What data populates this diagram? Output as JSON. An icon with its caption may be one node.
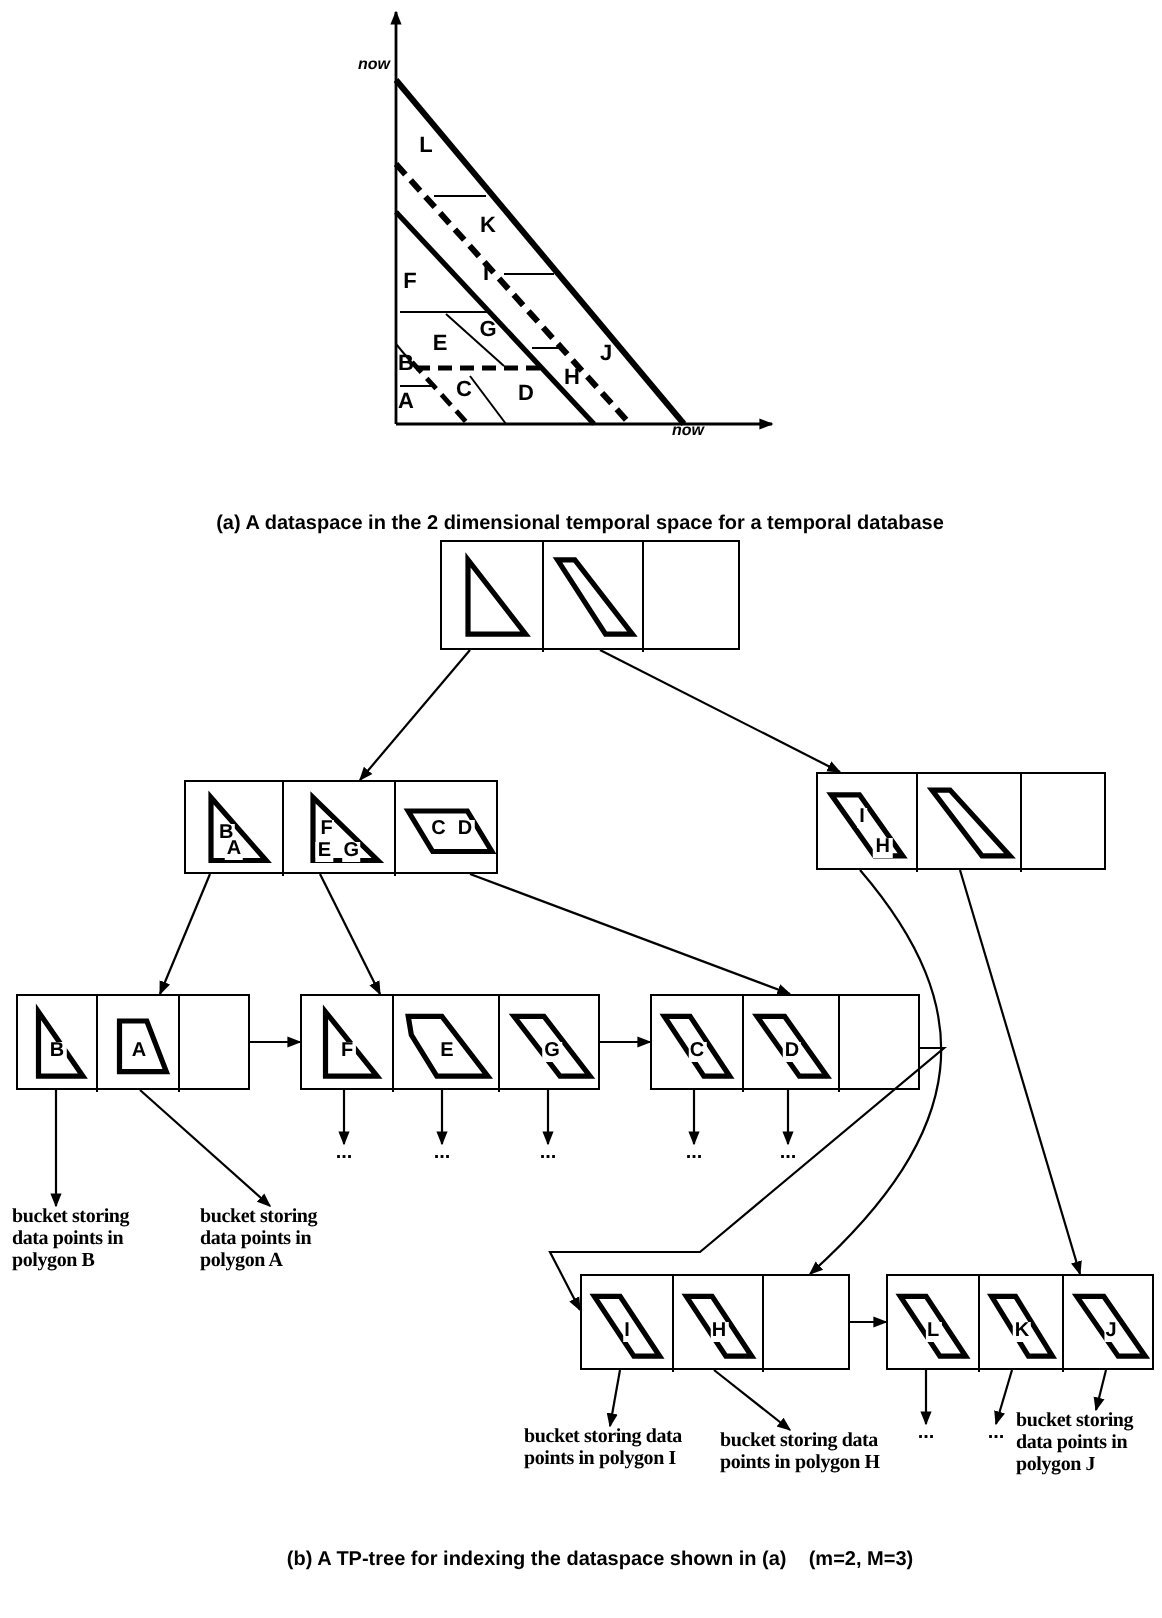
{
  "diagram": {
    "caption": "(b) A TP-tree for indexing the dataspace shown in (a)    (m=2, M=3)",
    "nodes": [
      {
        "text": [],
        "shape": "box"
      },
      {
        "text": [],
        "shape": "triangle",
        "in": 0
      },
      {
        "text": [],
        "shape": "parallelogram",
        "in": 0
      },
      {
        "text": [],
        "shape": "box",
        "in": 0
      },
      {
        "text": [],
        "shape": "box"
      },
      {
        "text": [
          "B",
          "A"
        ],
        "in": 4
      },
      {
        "text": [
          "F",
          "E",
          "G"
        ],
        "in": 4
      },
      {
        "text": [
          "C",
          "D"
        ],
        "in": 4
      },
      {
        "text": [],
        "shape": "box"
      },
      {
        "text": [
          "I",
          "H"
        ],
        "in": 8
      },
      {
        "text": [],
        "shape": "parallelogram",
        "in": 8
      },
      {
        "text": [],
        "shape": "box",
        "in": 8
      },
      {
        "text": [],
        "shape": "box"
      },
      {
        "text": [
          "B"
        ],
        "in": 12
      },
      {
        "text": [
          "A"
        ],
        "in": 12
      },
      {
        "text": [],
        "shape": "box",
        "in": 12
      },
      {
        "text": [],
        "shape": "box"
      },
      {
        "text": [
          "F"
        ],
        "in": 16
      },
      {
        "text": [
          "E"
        ],
        "in": 16
      },
      {
        "text": [
          "G"
        ],
        "in": 16
      },
      {
        "text": [],
        "shape": "box"
      },
      {
        "text": [
          "C"
        ],
        "in": 20
      },
      {
        "text": [
          "D"
        ],
        "in": 20
      },
      {
        "text": [],
        "shape": "box",
        "in": 20
      },
      {
        "text": [],
        "shape": "box"
      },
      {
        "text": [
          "I"
        ],
        "in": 24
      },
      {
        "text": [
          "H"
        ],
        "in": 24
      },
      {
        "text": [],
        "shape": "box",
        "in": 24
      },
      {
        "text": [],
        "shape": "box"
      },
      {
        "text": [
          "L"
        ],
        "in": 28
      },
      {
        "text": [
          "K"
        ],
        "in": 28
      },
      {
        "text": [
          "J"
        ],
        "in": 28
      },
      {
        "text": [
          "bucket storing data points in polygon B"
        ]
      },
      {
        "text": [
          "bucket storing data points in polygon A"
        ]
      },
      {
        "text": [
          "..."
        ]
      },
      {
        "text": [
          "..."
        ]
      },
      {
        "text": [
          "..."
        ]
      },
      {
        "text": [
          "..."
        ]
      },
      {
        "text": [
          "..."
        ]
      },
      {
        "text": [
          "bucket storing data points in polygon I"
        ]
      },
      {
        "text": [
          "bucket storing data points in polygon H"
        ]
      },
      {
        "text": [
          "..."
        ]
      },
      {
        "text": [
          "..."
        ]
      },
      {
        "text": [
          "bucket storing data points in polygon J"
        ]
      }
    ],
    "edges": [
      {
        "from": 1,
        "to": 4,
        "arrow": "to"
      },
      {
        "from": 2,
        "to": 8,
        "arrow": "to"
      },
      {
        "from": 5,
        "to": 12,
        "arrow": "to"
      },
      {
        "from": 6,
        "to": 16,
        "arrow": "to"
      },
      {
        "from": 7,
        "to": 20,
        "arrow": "to"
      },
      {
        "from": 9,
        "to": 24,
        "arrow": "to"
      },
      {
        "from": 10,
        "to": 28,
        "arrow": "to"
      },
      {
        "from": 15,
        "to": 16,
        "arrow": "to"
      },
      {
        "from": 19,
        "to": 20,
        "arrow": "to"
      },
      {
        "from": 23,
        "to": 24,
        "arrow": "to"
      },
      {
        "from": 27,
        "to": 28,
        "arrow": "to"
      },
      {
        "from": 13,
        "to": 32,
        "arrow": "to"
      },
      {
        "from": 14,
        "to": 33,
        "arrow": "to"
      },
      {
        "from": 17,
        "to": 34,
        "arrow": "to"
      },
      {
        "from": 18,
        "to": 35,
        "arrow": "to"
      },
      {
        "from": 19,
        "to": 36,
        "arrow": "to"
      },
      {
        "from": 21,
        "to": 37,
        "arrow": "to"
      },
      {
        "from": 22,
        "to": 38,
        "arrow": "to"
      },
      {
        "from": 25,
        "to": 39,
        "arrow": "to"
      },
      {
        "from": 26,
        "to": 40,
        "arrow": "to"
      },
      {
        "from": 29,
        "to": 41,
        "arrow": "to"
      },
      {
        "from": 30,
        "to": 42,
        "arrow": "to"
      },
      {
        "from": 31,
        "to": 43,
        "arrow": "to"
      }
    ],
    "labels": [
      "now",
      "L",
      "K",
      "I",
      "F",
      "G",
      "E",
      "J",
      "B",
      "H",
      "C",
      "D",
      "A",
      "now",
      "(a) A  dataspace in the 2 dimensional temporal space for a temporal database"
    ]
  }
}
